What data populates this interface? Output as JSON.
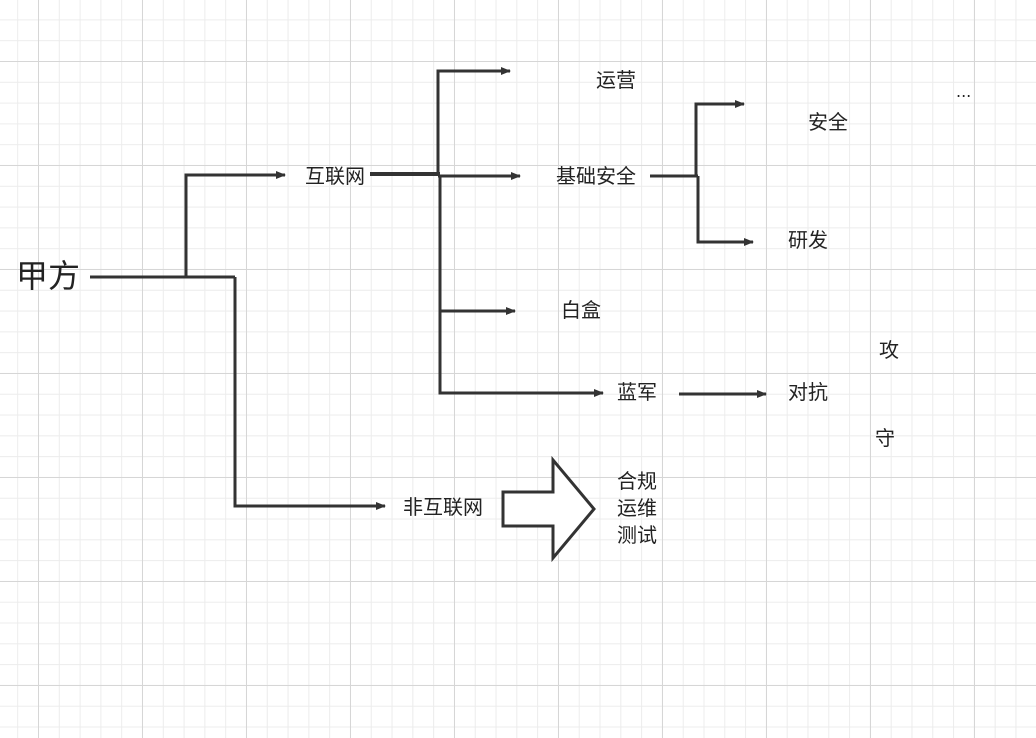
{
  "root": "甲方",
  "internet": "互联网",
  "non_internet": "非互联网",
  "ops": "运营",
  "basic_security": "基础安全",
  "whitebox": "白盒",
  "blue_team": "蓝军",
  "security": "安全",
  "rnd": "研发",
  "confrontation": "对抗",
  "attack": "攻",
  "defense": "守",
  "ellipsis": "...",
  "non_internet_items": [
    "合规",
    "运维",
    "测试"
  ]
}
